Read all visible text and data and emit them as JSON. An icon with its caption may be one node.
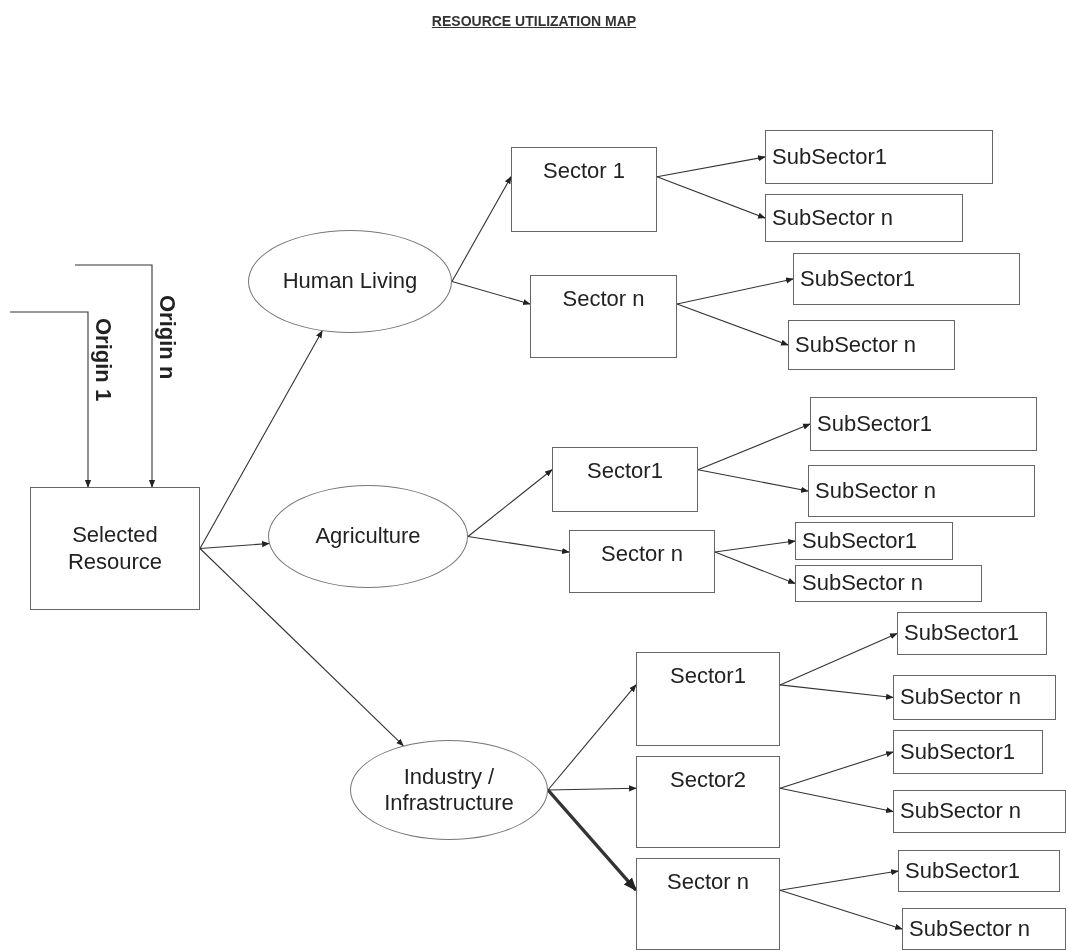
{
  "diagram": {
    "title": "RESOURCE UTILIZATION MAP",
    "nodes": [
      {
        "text": [
          "Selected Resource"
        ]
      },
      {
        "text": [
          "Human Living"
        ]
      },
      {
        "text": [
          "Sector 1"
        ]
      },
      {
        "text": [
          "SubSector1"
        ]
      },
      {
        "text": [
          "SubSector n"
        ]
      },
      {
        "text": [
          "Sector n"
        ]
      },
      {
        "text": [
          "SubSector1"
        ]
      },
      {
        "text": [
          "SubSector n"
        ]
      },
      {
        "text": [
          "Agriculture"
        ]
      },
      {
        "text": [
          "Sector1"
        ]
      },
      {
        "text": [
          "SubSector1"
        ]
      },
      {
        "text": [
          "SubSector n"
        ]
      },
      {
        "text": [
          "Sector n"
        ]
      },
      {
        "text": [
          "SubSector1"
        ]
      },
      {
        "text": [
          "SubSector n"
        ]
      },
      {
        "text": [
          "Industry / Infrastructure"
        ]
      },
      {
        "text": [
          "Sector1"
        ]
      },
      {
        "text": [
          "SubSector1"
        ]
      },
      {
        "text": [
          "SubSector n"
        ]
      },
      {
        "text": [
          "Sector2"
        ]
      },
      {
        "text": [
          "SubSector1"
        ]
      },
      {
        "text": [
          "SubSector n"
        ]
      },
      {
        "text": [
          "Sector n"
        ]
      },
      {
        "text": [
          "SubSector1"
        ]
      },
      {
        "text": [
          "SubSector n"
        ]
      }
    ],
    "edges": [
      {
        "from": null,
        "to": 0,
        "arrow": "to",
        "label": "Origin 1"
      },
      {
        "from": null,
        "to": 0,
        "arrow": "to",
        "label": "Origin n"
      },
      {
        "from": 0,
        "to": 1,
        "arrow": "to"
      },
      {
        "from": 0,
        "to": 8,
        "arrow": "to"
      },
      {
        "from": 0,
        "to": 15,
        "arrow": "to"
      },
      {
        "from": 1,
        "to": 2,
        "arrow": "to"
      },
      {
        "from": 1,
        "to": 5,
        "arrow": "to"
      },
      {
        "from": 2,
        "to": 3,
        "arrow": "to"
      },
      {
        "from": 2,
        "to": 4,
        "arrow": "to"
      },
      {
        "from": 5,
        "to": 6,
        "arrow": "to"
      },
      {
        "from": 5,
        "to": 7,
        "arrow": "to"
      },
      {
        "from": 8,
        "to": 9,
        "arrow": "to"
      },
      {
        "from": 8,
        "to": 12,
        "arrow": "to"
      },
      {
        "from": 9,
        "to": 10,
        "arrow": "to"
      },
      {
        "from": 9,
        "to": 11,
        "arrow": "to"
      },
      {
        "from": 12,
        "to": 13,
        "arrow": "to"
      },
      {
        "from": 12,
        "to": 14,
        "arrow": "to"
      },
      {
        "from": 15,
        "to": 16,
        "arrow": "to"
      },
      {
        "from": 15,
        "to": 19,
        "arrow": "to"
      },
      {
        "from": 15,
        "to": 22,
        "arrow": "to",
        "style": "thick"
      },
      {
        "from": 16,
        "to": 17,
        "arrow": "to"
      },
      {
        "from": 16,
        "to": 18,
        "arrow": "to"
      },
      {
        "from": 19,
        "to": 20,
        "arrow": "to"
      },
      {
        "from": 19,
        "to": 21,
        "arrow": "to"
      },
      {
        "from": 22,
        "to": 23,
        "arrow": "to"
      },
      {
        "from": 22,
        "to": 24,
        "arrow": "to"
      }
    ]
  }
}
